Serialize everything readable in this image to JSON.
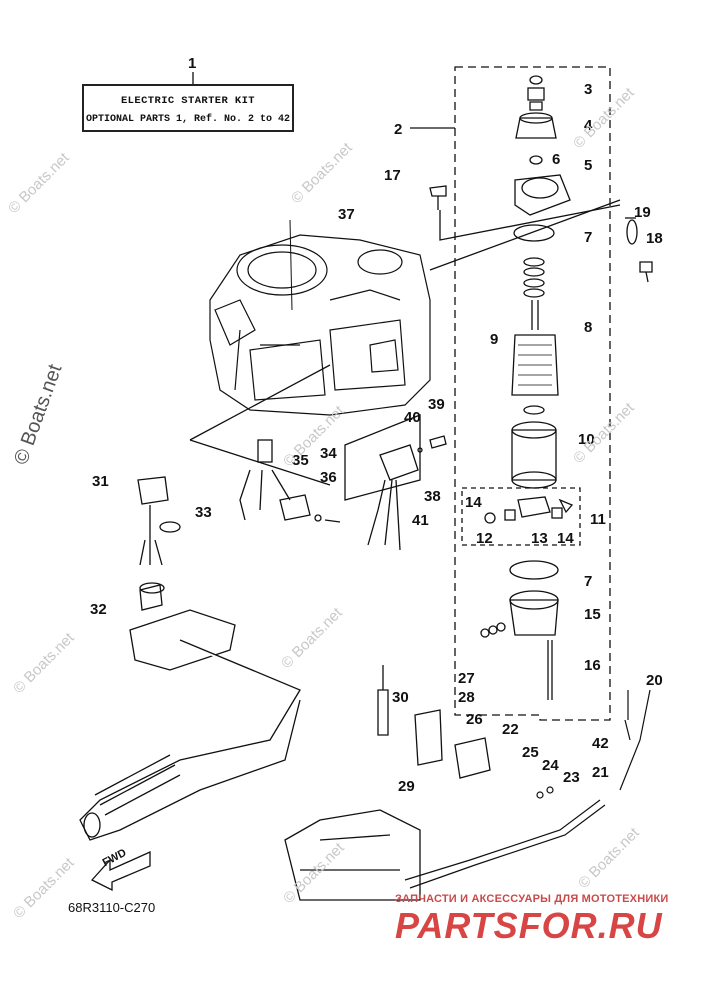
{
  "kit_label": {
    "line1": "ELECTRIC STARTER KIT",
    "line2": "OPTIONAL PARTS 1, Ref. No. 2 to 42"
  },
  "callouts": [
    "1",
    "2",
    "3",
    "4",
    "5",
    "6",
    "7",
    "8",
    "9",
    "10",
    "11",
    "12",
    "13",
    "14",
    "15",
    "16",
    "17",
    "18",
    "19",
    "20",
    "21",
    "22",
    "23",
    "24",
    "25",
    "26",
    "27",
    "28",
    "29",
    "30",
    "31",
    "32",
    "33",
    "34",
    "35",
    "36",
    "37",
    "38",
    "39",
    "40",
    "41",
    "42"
  ],
  "callout_extra": {
    "n7b": "7",
    "n14b": "14"
  },
  "fwd_label": "FWD",
  "diagram_code": "68R3110-C270",
  "watermark": "© Boats.net",
  "brand": {
    "tagline": "ЗАПЧАСТИ И АКСЕССУАРЫ ДЛЯ МОТОТЕХНИКИ",
    "name": "PARTSFOR.RU"
  },
  "colors": {
    "ink": "#111111",
    "watermark": "#c8c8c8",
    "brand": "#d84545"
  }
}
